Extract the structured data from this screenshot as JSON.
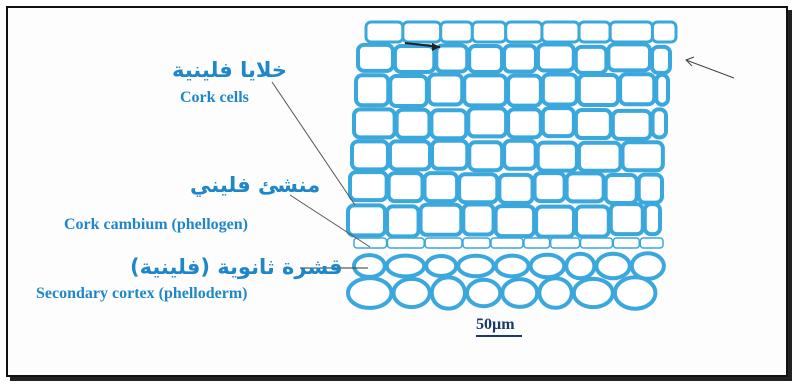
{
  "labels": {
    "cork_ar": "خلايا فلينية",
    "cork_en": "Cork cells",
    "cambium_ar": "منشئ فليني",
    "cambium_en": "Cork cambium (phellogen)",
    "cortex_ar": "قشرة ثانوية (فلينية)",
    "cortex_en": "Secondary cortex (phelloderm)"
  },
  "scale_bar": "50µm",
  "colors": {
    "cell_wall": "#3aa7dd",
    "label_text": "#1f86c8",
    "frame": "#111111"
  }
}
